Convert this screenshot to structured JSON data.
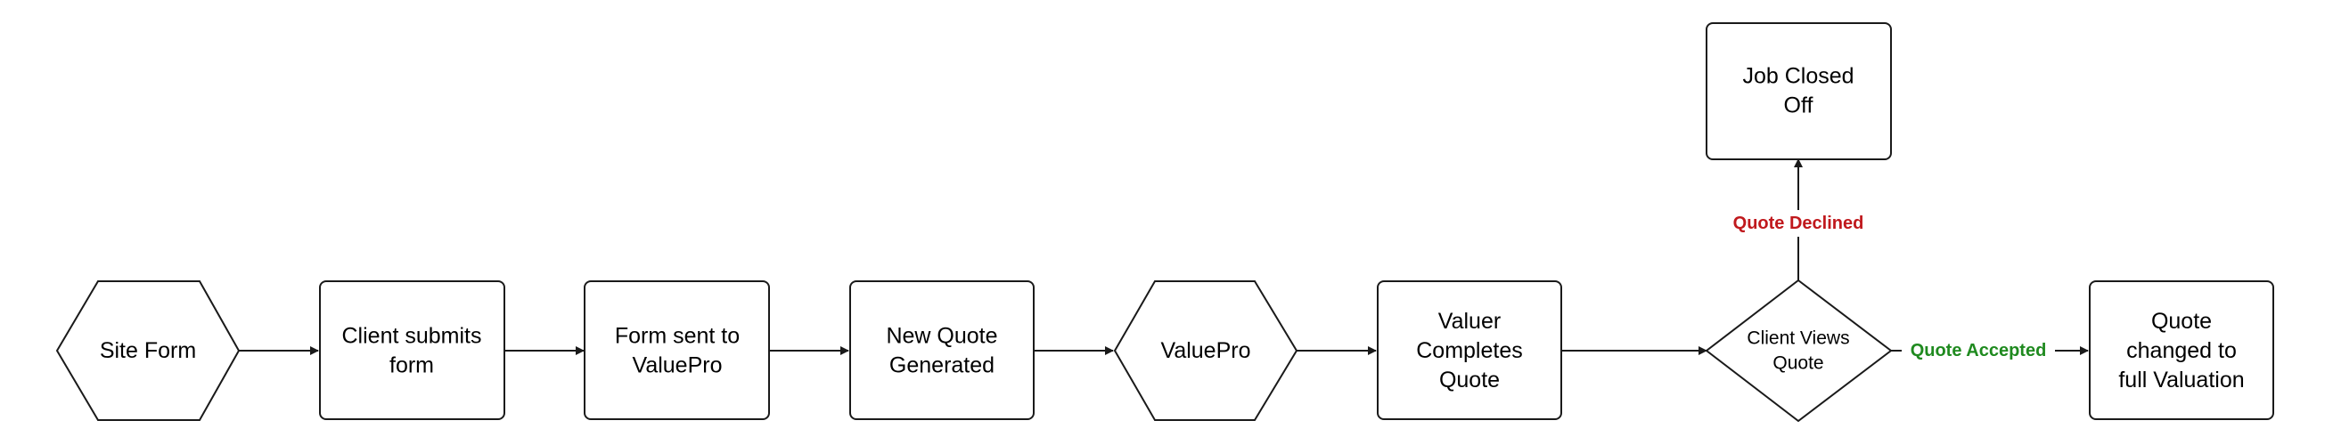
{
  "nodes": {
    "site_form": [
      "Site Form"
    ],
    "client_submits": [
      "Client submits",
      "form"
    ],
    "form_sent": [
      "Form sent to",
      "ValuePro"
    ],
    "new_quote": [
      "New Quote",
      "Generated"
    ],
    "valuepro": [
      "ValuePro"
    ],
    "valuer_completes": [
      "Valuer",
      "Completes",
      "Quote"
    ],
    "client_views": [
      "Client Views",
      "Quote"
    ],
    "job_closed": [
      "Job Closed",
      "Off"
    ],
    "quote_changed": [
      "Quote",
      "changed to",
      "full Valuation"
    ]
  },
  "edges": {
    "quote_declined": "Quote Declined",
    "quote_accepted": "Quote Accepted"
  },
  "colors": {
    "declined": "#c0191d",
    "accepted": "#1f8a1f",
    "stroke": "#1a1a1a"
  }
}
